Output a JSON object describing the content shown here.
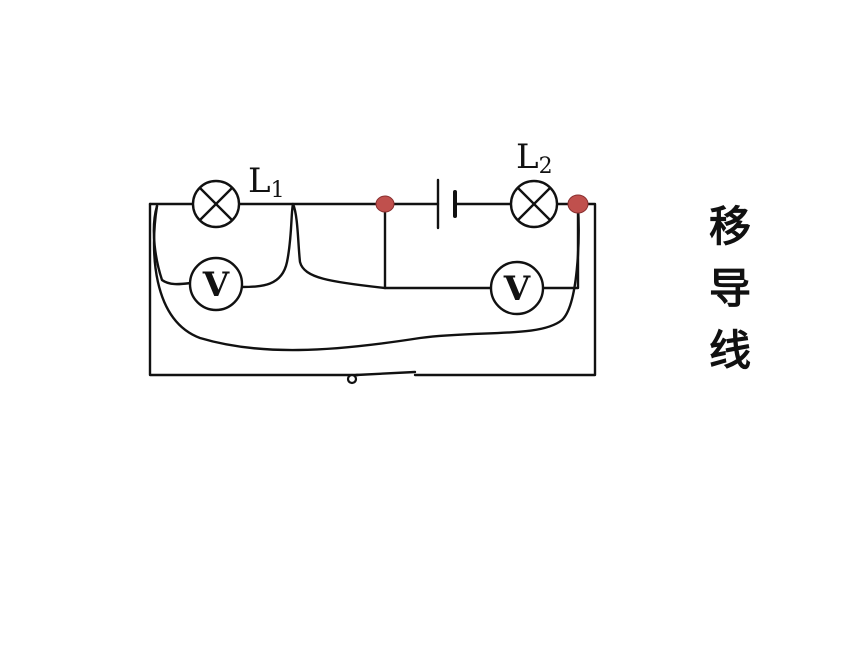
{
  "labels": {
    "lamp1_letter": "L",
    "lamp1_sub": "1",
    "lamp2_letter": "L",
    "lamp2_sub": "2",
    "meter1": "V",
    "meter2": "V"
  },
  "side_text": [
    "移",
    "导",
    "线"
  ],
  "colors": {
    "wire": "#111111",
    "node_fill": "#c0504d"
  }
}
